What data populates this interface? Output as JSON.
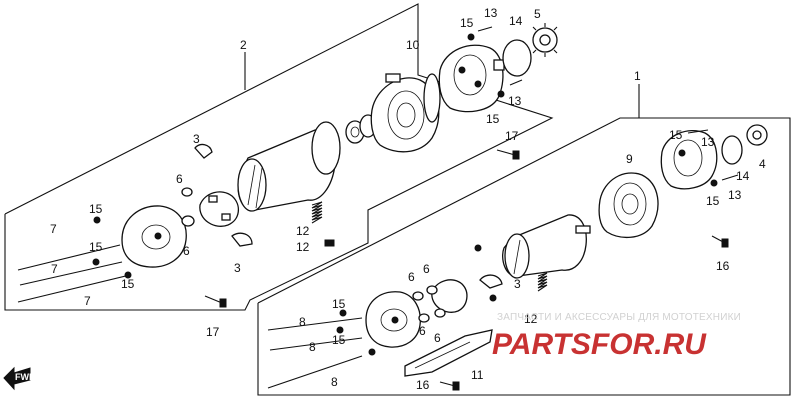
{
  "diagram": {
    "labels": [
      {
        "id": "lbl-2",
        "text": "2"
      },
      {
        "id": "lbl-1",
        "text": "1"
      },
      {
        "id": "lbl-15a",
        "text": "15"
      },
      {
        "id": "lbl-13a",
        "text": "13"
      },
      {
        "id": "lbl-14a",
        "text": "14"
      },
      {
        "id": "lbl-5",
        "text": "5"
      },
      {
        "id": "lbl-10",
        "text": "10"
      },
      {
        "id": "lbl-13b",
        "text": "13"
      },
      {
        "id": "lbl-15b",
        "text": "15"
      },
      {
        "id": "lbl-17a",
        "text": "17"
      },
      {
        "id": "lbl-3a",
        "text": "3"
      },
      {
        "id": "lbl-6a",
        "text": "6"
      },
      {
        "id": "lbl-6b",
        "text": "6"
      },
      {
        "id": "lbl-3b",
        "text": "3"
      },
      {
        "id": "lbl-12a",
        "text": "12"
      },
      {
        "id": "lbl-12b",
        "text": "12"
      },
      {
        "id": "lbl-15c",
        "text": "15"
      },
      {
        "id": "lbl-15d",
        "text": "15"
      },
      {
        "id": "lbl-7a",
        "text": "7"
      },
      {
        "id": "lbl-7b",
        "text": "7"
      },
      {
        "id": "lbl-7c",
        "text": "7"
      },
      {
        "id": "lbl-15e",
        "text": "15"
      },
      {
        "id": "lbl-17b",
        "text": "17"
      },
      {
        "id": "lbl-15f",
        "text": "15"
      },
      {
        "id": "lbl-13c",
        "text": "13"
      },
      {
        "id": "lbl-9",
        "text": "9"
      },
      {
        "id": "lbl-14b",
        "text": "14"
      },
      {
        "id": "lbl-4",
        "text": "4"
      },
      {
        "id": "lbl-15g",
        "text": "15"
      },
      {
        "id": "lbl-13d",
        "text": "13"
      },
      {
        "id": "lbl-16a",
        "text": "16"
      },
      {
        "id": "lbl-6c",
        "text": "6"
      },
      {
        "id": "lbl-6d",
        "text": "6"
      },
      {
        "id": "lbl-3c",
        "text": "3"
      },
      {
        "id": "lbl-12c",
        "text": "12"
      },
      {
        "id": "lbl-15h",
        "text": "15"
      },
      {
        "id": "lbl-15i",
        "text": "15"
      },
      {
        "id": "lbl-8a",
        "text": "8"
      },
      {
        "id": "lbl-8b",
        "text": "8"
      },
      {
        "id": "lbl-8c",
        "text": "8"
      },
      {
        "id": "lbl-6e",
        "text": "6"
      },
      {
        "id": "lbl-6f",
        "text": "6"
      },
      {
        "id": "lbl-11",
        "text": "11"
      },
      {
        "id": "lbl-16b",
        "text": "16"
      }
    ],
    "fwd_label": "FWD",
    "watermark": {
      "tagline": "ЗАПЧАСТИ И АКСЕССУАРЫ ДЛЯ МОТОТЕХНИКИ",
      "logo_text": "PARTSFOR.RU"
    },
    "colors": {
      "line": "#111111",
      "background": "#ffffff",
      "watermark_red": "#c83232",
      "watermark_gray": "#d1d1d1"
    }
  }
}
